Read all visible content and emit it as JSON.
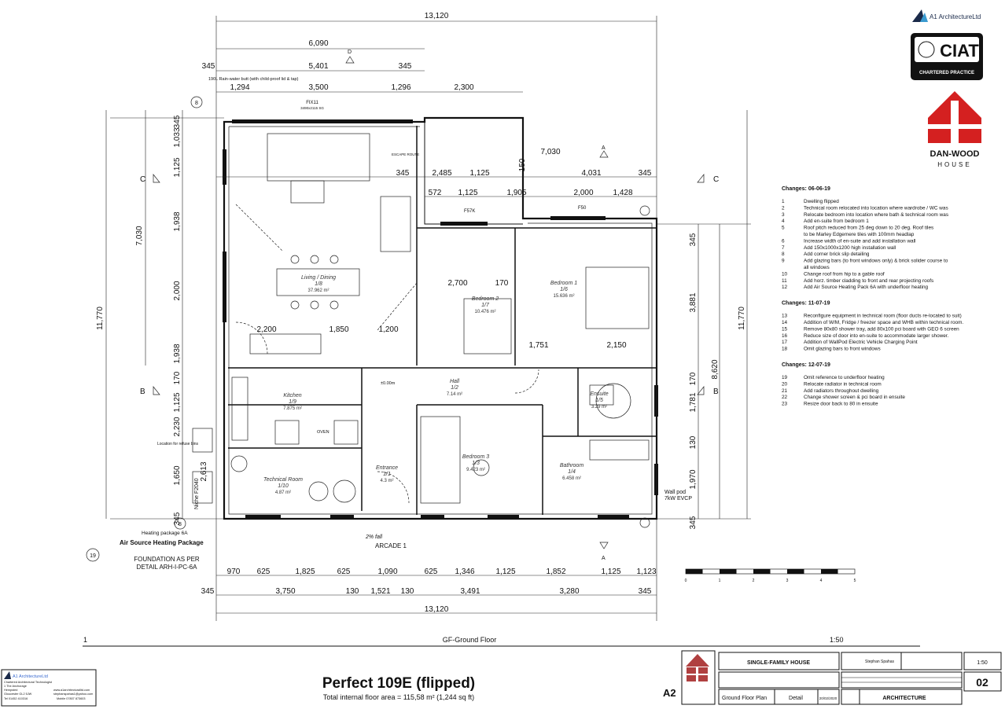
{
  "logos": {
    "a1_brand": "A1 ArchitectureLtd",
    "ciat": "CIAT",
    "ciat_sub": "CHARTERED PRACTICE",
    "danwood": "DAN-WOOD",
    "danwood_sub": "HOUSE"
  },
  "rooms": [
    {
      "name": "Living / Dining",
      "ref": "1/8",
      "area": "37.962 m²"
    },
    {
      "name": "Bedroom 2",
      "ref": "1/7",
      "area": "10.476 m²"
    },
    {
      "name": "Bedroom 1",
      "ref": "1/6",
      "area": "15.636 m²"
    },
    {
      "name": "Kitchen",
      "ref": "1/9",
      "area": "7.875 m²"
    },
    {
      "name": "Hall",
      "ref": "1/2",
      "area": "7.14 m²"
    },
    {
      "name": "Ensuite",
      "ref": "1/5",
      "area": "3.29 m²"
    },
    {
      "name": "Bedroom 3",
      "ref": "1/3",
      "area": "9.423 m²"
    },
    {
      "name": "Bathroom",
      "ref": "1/4",
      "area": "6.458 m²"
    },
    {
      "name": "Technical Room",
      "ref": "1/10",
      "area": "4.87 m²"
    },
    {
      "name": "Entrance",
      "ref": "1/1",
      "area": "4.3 m²"
    }
  ],
  "dimensions": {
    "top": [
      "13,120",
      "6,090",
      "345",
      "5,401",
      "345",
      "1,294",
      "3,500",
      "1,296",
      "2,300",
      "7,030",
      "345",
      "2,485",
      "1,125",
      "150",
      "4,031",
      "345",
      "572",
      "1,125",
      "1,905",
      "2,000",
      "1,428",
      "2,700",
      "170",
      "1,751",
      "2,150",
      "2,200",
      "1,850",
      "1,200"
    ],
    "left": [
      "11,770",
      "7,030",
      "345",
      "1,033",
      "1,125",
      "1,938",
      "2,000",
      "1,938",
      "170",
      "1,125",
      "2,230",
      "1,650",
      "345",
      "2,613"
    ],
    "right": [
      "11,770",
      "8,620",
      "345",
      "3,881",
      "170",
      "1,781",
      "130",
      "1,970",
      "345"
    ],
    "bottom1": [
      "970",
      "625",
      "1,825",
      "625",
      "1,090",
      "625",
      "1,346",
      "1,125",
      "1,852",
      "1,125",
      "1,123"
    ],
    "bottom2": [
      "345",
      "3,750",
      "130",
      "1,521",
      "130",
      "3,491",
      "3,280",
      "345"
    ],
    "bottom_overall": "13,120"
  },
  "annotations": {
    "rainwater": "190L Rain-water butt (with child-proof lid & tap)",
    "fix11": "FIX11",
    "fix11_size": "3490x2115 SG",
    "escape_route": "ESCAPE ROUTE",
    "f57k": "F57K",
    "f50": "F50",
    "kitchen_oven": "OVEN",
    "arcade": "ARCADE 1",
    "fall": "2% fall",
    "level": "±0.00m",
    "heating_package_6a": "Heating package 6A",
    "heating_title": "Air Source Heating Package",
    "foundation_1": "FOUNDATION AS PER",
    "foundation_2": "DETAIL ARH-I-PC-6A",
    "wallpod_1": "Wall pod",
    "wallpod_2": "7kW EVCP",
    "refuse": "Location for refuse bins",
    "niche": "Niche F2040",
    "section_c": "C",
    "section_b": "B",
    "section_a": "A",
    "section_d": "D",
    "tag_19": "19",
    "tag_8": "8"
  },
  "changes": [
    {
      "heading": "Changes:  06-06-19",
      "items": [
        {
          "n": "1",
          "t": "Dwelling flipped"
        },
        {
          "n": "2",
          "t": "Technical room relocated into location where wardrobe / WC was"
        },
        {
          "n": "3",
          "t": "Relocate bedroom into location where bath & technical room was"
        },
        {
          "n": "4",
          "t": "Add en-suite from bedroom 1"
        },
        {
          "n": "5",
          "t": "Roof pitch reduced from 25 deg down to 20 deg. Roof tiles"
        },
        {
          "n": "",
          "t": "to be Marley Edgemere tiles with 100mm headlap"
        },
        {
          "n": "6",
          "t": "Increase width of en-suite and add installation wall"
        },
        {
          "n": "7",
          "t": "Add 150x1000x1200 high installation wall"
        },
        {
          "n": "8",
          "t": "Add corner brick slip detailing"
        },
        {
          "n": "9",
          "t": "Add glazing bars (to front windows only) & brick solider course to"
        },
        {
          "n": "",
          "t": "all windows"
        },
        {
          "n": "10",
          "t": "Change roof from hip to a gable roof"
        },
        {
          "n": "11",
          "t": "Add horz. timber cladding to front and rear projecting roofs"
        },
        {
          "n": "12",
          "t": "Add Air Source Heating Pack 6A with underfloor heating"
        }
      ]
    },
    {
      "heading": "Changes:  11-07-19",
      "items": [
        {
          "n": "13",
          "t": "Reconfigure equipment in technical room (floor ducts re-located to suit)"
        },
        {
          "n": "14",
          "t": "Addition of W/M, Fridge / freezer space and WHB within technical room."
        },
        {
          "n": "15",
          "t": "Remove 80x80 shower tray, add 80x100 pci board with GEO 6 screen"
        },
        {
          "n": "16",
          "t": "Reduce size of door into en-suite to accommodate larger shower."
        },
        {
          "n": "17",
          "t": "Addition of WallPod Electric Vehicle Charging Point"
        },
        {
          "n": "18",
          "t": "Omit glazing bars to front windows"
        }
      ]
    },
    {
      "heading": "Changes:  12-07-19",
      "items": [
        {
          "n": "19",
          "t": "Omit reference to underfloor heating"
        },
        {
          "n": "20",
          "t": "Relocate radiator in technical room"
        },
        {
          "n": "21",
          "t": "Add radiators throughout dwelling"
        },
        {
          "n": "22",
          "t": "Change shower screen & pci board in ensuite"
        },
        {
          "n": "23",
          "t": "Resize door back to 80 in ensuite"
        }
      ]
    }
  ],
  "scale_bar": [
    "0",
    "1",
    "2",
    "3",
    "4",
    "5"
  ],
  "drawing_caption": {
    "number": "1",
    "name": "GF-Ground Floor",
    "scale": "1:50"
  },
  "title": {
    "main": "Perfect 109E (flipped)",
    "sub": "Total internal floor area = 115,58 m²  (1,244 sq ft)",
    "sheet_size": "A2"
  },
  "company_box": {
    "brand": "A1 ArchitectureLtd",
    "line1": "Chartered Architectural Technologist",
    "line2": "1 The Anchorage",
    "line3": "Hempsted",
    "line4": "Gloucester GL2 5JW",
    "line5": "Tel 01452 410316",
    "email1": "www.a1architecturalltd.com",
    "email2": "stephanspahas1@yahoo.com",
    "mobile": "Mobile 07807 873603"
  },
  "title_block": {
    "project": "SINGLE-FAMILY HOUSE",
    "author": "Stephan Spahas",
    "scale": "1:50",
    "drawing_name": "Ground Floor Plan",
    "type": "Detail",
    "date": "20/02/2020",
    "drawing_no": "02",
    "discipline": "ARCHITECTURE"
  }
}
